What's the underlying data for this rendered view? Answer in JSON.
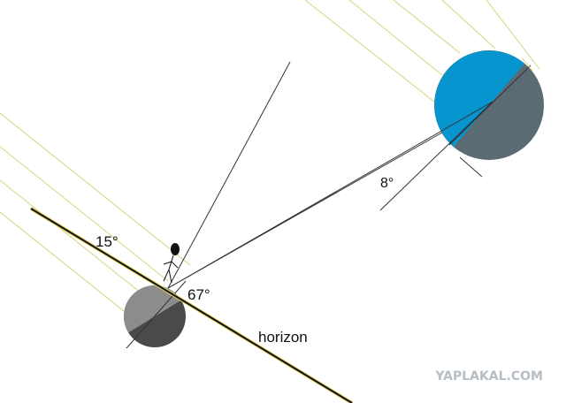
{
  "labels": {
    "angle_horizon": "15°",
    "angle_observer": "67°",
    "angle_moon": "8°",
    "horizon": "horizon"
  },
  "watermark": "YAPLAKAL.COM",
  "colors": {
    "background": "#ffffff",
    "sun_rays": "#d8d27a",
    "horizon_line": "#111111",
    "horizon_glow": "#e0d060",
    "sight_lines": "#333333",
    "moon_lit": "#0795cf",
    "moon_dark": "#5b6b73",
    "earth_lit": "#8c8c8c",
    "earth_dark": "#4a4a4a",
    "observer": "#111111",
    "watermark": "#b7bdc4"
  },
  "icons": {
    "observer": "stick-figure-icon"
  }
}
